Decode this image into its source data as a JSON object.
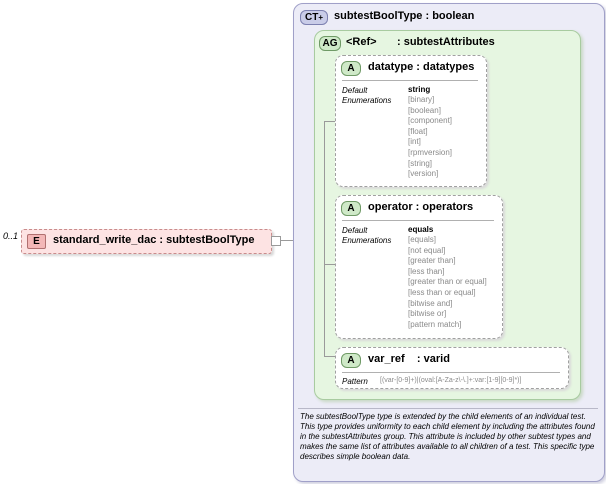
{
  "element": {
    "occurrence": "0..1",
    "badge": "E",
    "label": "standard_write_dac : subtestBoolType"
  },
  "complex_type": {
    "badge": "CT",
    "label": "subtestBoolType : boolean",
    "description": "The subtestBoolType type is extended by the child elements of an individual test.  This type provides uniformity to each child element by including the attributes found in the subtestAttributes group.  This attribute is included by other subtest types and makes the same list of attributes available to all children of a test.  This specific type describes simple boolean data."
  },
  "attribute_group": {
    "badge": "AG",
    "ref": "<Ref>",
    "label": ": subtestAttributes"
  },
  "attributes": [
    {
      "badge": "A",
      "label": "datatype : datatypes",
      "default_label": "Default",
      "enum_label": "Enumerations",
      "default": "string",
      "enums": [
        "[binary]",
        "[boolean]",
        "[component]",
        "[float]",
        "[int]",
        "[rpmversion]",
        "[string]",
        "[version]"
      ]
    },
    {
      "badge": "A",
      "label": "operator : operators",
      "default_label": "Default",
      "enum_label": "Enumerations",
      "default": "equals",
      "enums": [
        "[equals]",
        "[not equal]",
        "[greater than]",
        "[less than]",
        "[greater than or equal]",
        "[less than or equal]",
        "[bitwise and]",
        "[bitwise or]",
        "[pattern match]"
      ]
    },
    {
      "badge": "A",
      "label": "var_ref    : varid",
      "pattern_label": "Pattern",
      "pattern": "[(var-[0-9]+)|(oval:[A-Za-z\\-\\.]+:var:[1-9][0-9]*)]"
    }
  ],
  "colors": {
    "element_fill": "#fde3e3",
    "element_border": "#c98c8c",
    "ct_fill": "#ececf7",
    "ag_fill": "#e6f6e1",
    "attr_fill": "#ffffff",
    "badge_green": "#cfe9c8",
    "badge_blue": "#c9cce8",
    "badge_red": "#f3b7b7"
  }
}
